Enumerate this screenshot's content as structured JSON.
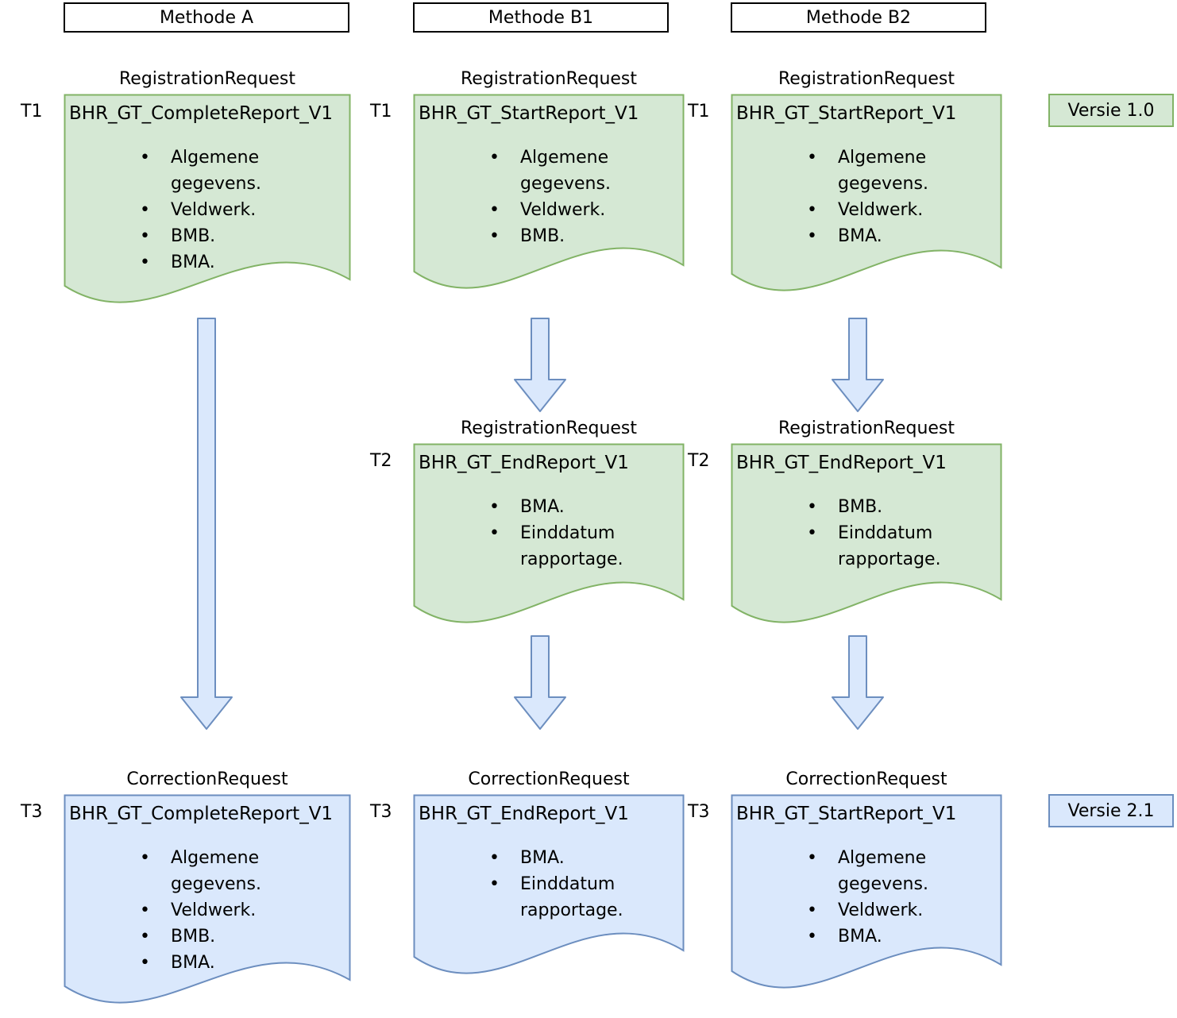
{
  "headers": [
    {
      "id": "methode-a",
      "label": "Methode A"
    },
    {
      "id": "methode-b1",
      "label": "Methode B1"
    },
    {
      "id": "methode-b2",
      "label": "Methode B2"
    }
  ],
  "documents": [
    {
      "id": "a-t1",
      "column": "Methode A",
      "time_label": "T1",
      "request_type": "RegistrationRequest",
      "report_name": "BHR_GT_CompleteReport_V1",
      "items": [
        "Algemene gegevens.",
        "Veldwerk.",
        "BMB.",
        "BMA."
      ],
      "style": "green"
    },
    {
      "id": "b1-t1",
      "column": "Methode B1",
      "time_label": "T1",
      "request_type": "RegistrationRequest",
      "report_name": "BHR_GT_StartReport_V1",
      "items": [
        "Algemene gegevens.",
        "Veldwerk.",
        "BMB."
      ],
      "style": "green"
    },
    {
      "id": "b2-t1",
      "column": "Methode B2",
      "time_label": "T1",
      "request_type": "RegistrationRequest",
      "report_name": "BHR_GT_StartReport_V1",
      "items": [
        "Algemene gegevens.",
        "Veldwerk.",
        "BMA."
      ],
      "style": "green"
    },
    {
      "id": "b1-t2",
      "column": "Methode B1",
      "time_label": "T2",
      "request_type": "RegistrationRequest",
      "report_name": "BHR_GT_EndReport_V1",
      "items": [
        "BMA.",
        "Einddatum rapportage."
      ],
      "style": "green"
    },
    {
      "id": "b2-t2",
      "column": "Methode B2",
      "time_label": "T2",
      "request_type": "RegistrationRequest",
      "report_name": "BHR_GT_EndReport_V1",
      "items": [
        "BMB.",
        "Einddatum rapportage."
      ],
      "style": "green"
    },
    {
      "id": "a-t3",
      "column": "Methode A",
      "time_label": "T3",
      "request_type": "CorrectionRequest",
      "report_name": "BHR_GT_CompleteReport_V1",
      "items": [
        "Algemene gegevens.",
        "Veldwerk.",
        "BMB.",
        "BMA."
      ],
      "style": "blue"
    },
    {
      "id": "b1-t3",
      "column": "Methode B1",
      "time_label": "T3",
      "request_type": "CorrectionRequest",
      "report_name": "BHR_GT_EndReport_V1",
      "items": [
        "BMA.",
        "Einddatum rapportage."
      ],
      "style": "blue"
    },
    {
      "id": "b2-t3",
      "column": "Methode B2",
      "time_label": "T3",
      "request_type": "CorrectionRequest",
      "report_name": "BHR_GT_StartReport_V1",
      "items": [
        "Algemene gegevens.",
        "Veldwerk.",
        "BMA."
      ],
      "style": "blue"
    }
  ],
  "version_badges": [
    {
      "id": "versie-1",
      "label": "Versie 1.0",
      "style": "green"
    },
    {
      "id": "versie-2",
      "label": "Versie 2.1",
      "style": "blue"
    }
  ],
  "colors": {
    "green_fill": "#d5e8d4",
    "green_border": "#82b366",
    "blue_fill": "#dae8fc",
    "blue_border": "#6c8ebf",
    "arrow_fill": "#dae8fc",
    "arrow_border": "#6c8ebf",
    "header_border": "#000000",
    "text": "#000000"
  }
}
